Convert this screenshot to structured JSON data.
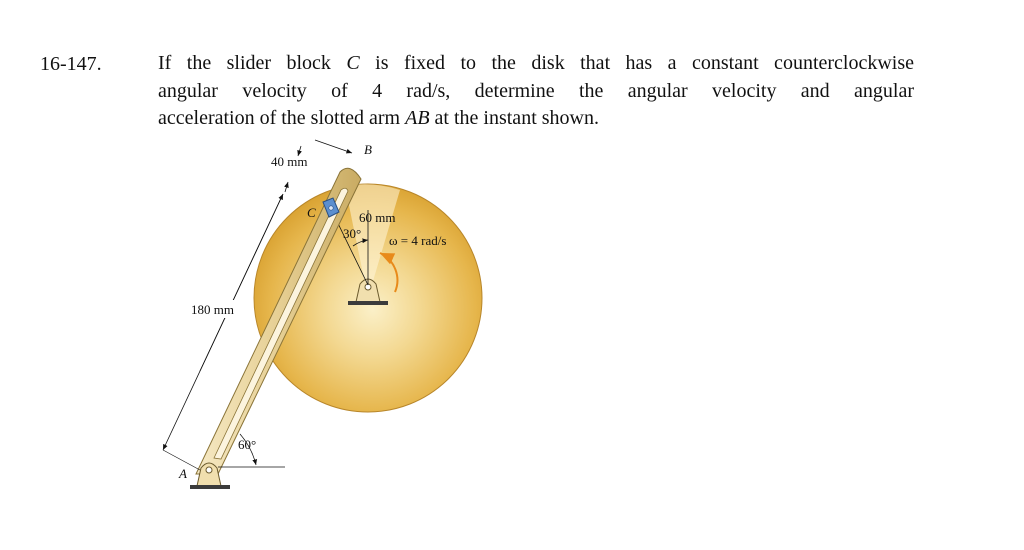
{
  "problem": {
    "number": "16-147.",
    "line1": [
      "If the slider block ",
      "C",
      " is fixed to the disk that has a constant counterclockwise"
    ],
    "line2": "angular velocity of 4 rad/s, determine the angular velocity and angular",
    "line3": [
      "acceleration of the slotted arm ",
      "AB",
      " at the instant shown."
    ]
  },
  "figure": {
    "label_B": "B",
    "label_C": "C",
    "label_A": "A",
    "dim_40": "40 mm",
    "dim_60": "60 mm",
    "dim_180": "180 mm",
    "angle_30": "30°",
    "angle_60": "60°",
    "omega": "ω = 4 rad/s",
    "colors": {
      "disk_light": "#f7e3a6",
      "disk_dark": "#d9a42c",
      "arm": "#e9d6a4",
      "slider": "#5b8fcf"
    }
  }
}
